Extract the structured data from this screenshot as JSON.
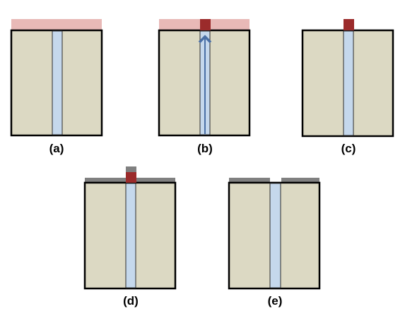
{
  "colors": {
    "substrate": "#dcd9c3",
    "channel": "#c5d8ec",
    "channel_edge": "#2b2b2b",
    "outline": "#000000",
    "pink_layer": "#e8b9b7",
    "dark_red_plug": "#9b2b2b",
    "gray_layer": "#808080",
    "arrow": "#4a6fa5",
    "background": "#ffffff"
  },
  "panels": [
    {
      "label": "(a)",
      "top_layer": "pink",
      "plug": "none",
      "arrow": false,
      "gray_cap": false,
      "split_gray": false
    },
    {
      "label": "(b)",
      "top_layer": "pink",
      "plug": "dark-red",
      "arrow": true,
      "gray_cap": false,
      "split_gray": false
    },
    {
      "label": "(c)",
      "top_layer": "none",
      "plug": "dark-red",
      "arrow": false,
      "gray_cap": false,
      "split_gray": false
    },
    {
      "label": "(d)",
      "top_layer": "gray",
      "plug": "dark-red",
      "arrow": false,
      "gray_cap": true,
      "split_gray": false
    },
    {
      "label": "(e)",
      "top_layer": "gray",
      "plug": "none",
      "arrow": false,
      "gray_cap": false,
      "split_gray": true
    }
  ]
}
